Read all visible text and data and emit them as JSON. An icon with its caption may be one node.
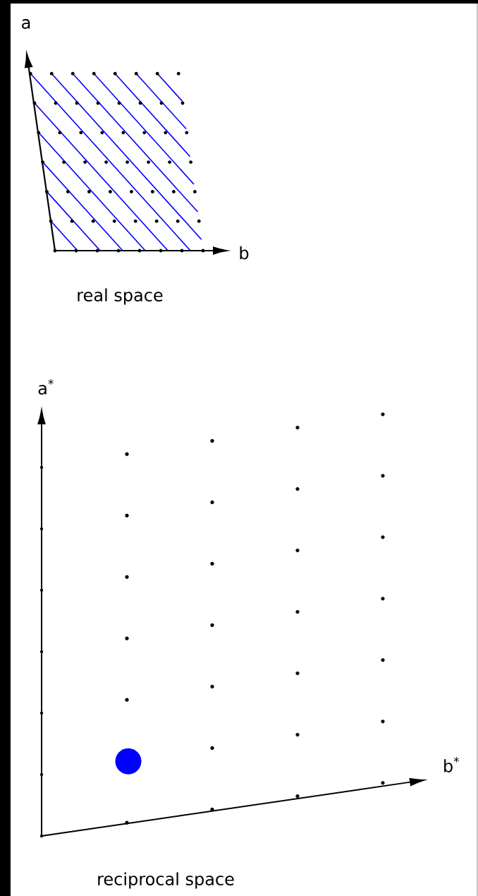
{
  "diagram": {
    "labels": [
      "a",
      "b",
      "real space",
      "a$^{*}$",
      "b$^{*}$",
      "reciprocal space"
    ]
  }
}
